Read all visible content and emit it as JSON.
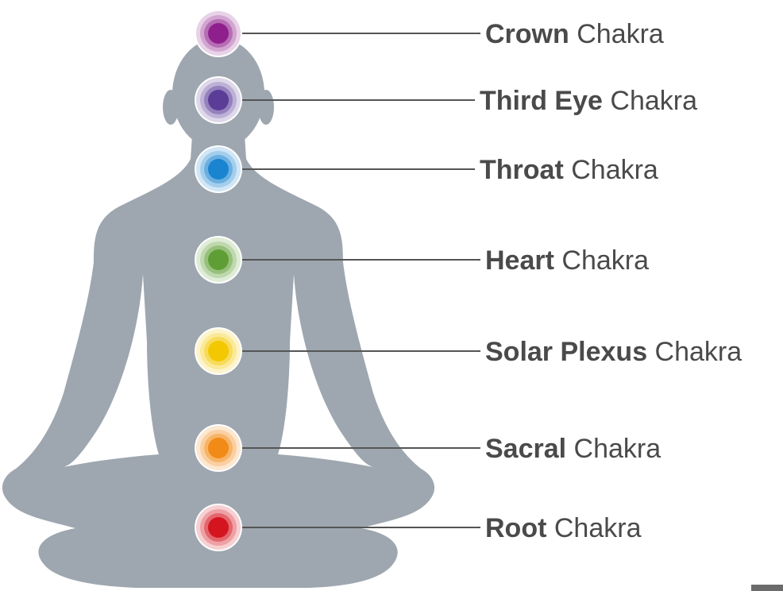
{
  "chakras": [
    {
      "name": "Crown",
      "suffix": "Chakra",
      "color": "#8e1f8c",
      "icon": "crown-chakra-dot"
    },
    {
      "name": "Third Eye",
      "suffix": "Chakra",
      "color": "#5b3d98",
      "icon": "third-eye-chakra-dot"
    },
    {
      "name": "Throat",
      "suffix": "Chakra",
      "color": "#1a84d0",
      "icon": "throat-chakra-dot"
    },
    {
      "name": "Heart",
      "suffix": "Chakra",
      "color": "#5f9e35",
      "icon": "heart-chakra-dot"
    },
    {
      "name": "Solar Plexus",
      "suffix": "Chakra",
      "color": "#f3c800",
      "icon": "solar-plexus-chakra-dot"
    },
    {
      "name": "Sacral",
      "suffix": "Chakra",
      "color": "#f28a17",
      "icon": "sacral-chakra-dot"
    },
    {
      "name": "Root",
      "suffix": "Chakra",
      "color": "#d4141f",
      "icon": "root-chakra-dot"
    }
  ],
  "colors": {
    "silhouette": "#9ea7af",
    "text": "#4a4a4a",
    "leader_line": "#555555"
  }
}
